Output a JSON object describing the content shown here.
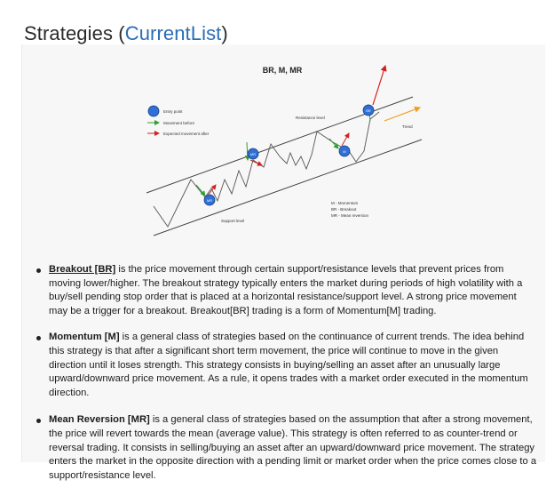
{
  "header": {
    "title_prefix": "Strategies (",
    "title_link": "CurrentList",
    "title_suffix": ")"
  },
  "figure": {
    "title": "BR, M, MR",
    "legend": [
      {
        "label": "Entry point",
        "icon": "blue-circle"
      },
      {
        "label": "Movement before",
        "icon": "green-arrow",
        "color": "#2fa02f"
      },
      {
        "label": "Expected movement after",
        "icon": "red-arrow",
        "color": "#d22020"
      }
    ],
    "resistance_label": "Resistance level",
    "support_label": "Support level",
    "trend_label": "Trend",
    "markers": [
      "MR",
      "MR",
      "M",
      "BR"
    ],
    "abbreviations": [
      "M - Momentum",
      "BR - Breakout",
      "MR - Mean reversion"
    ]
  },
  "strategies": [
    {
      "term": "Breakout [BR]",
      "description": " is the price movement through certain support/resistance levels that prevent prices from moving lower/higher. The breakout strategy typically enters the market during periods of high volatility with a buy/sell pending stop order that is placed at a horizontal resistance/support level. A strong price movement may be a trigger for a breakout. Breakout[BR] trading is a form of Momentum[M] trading."
    },
    {
      "term": "Momentum [M]",
      "description": " is a general class of strategies based on the continuance of current trends. The idea behind this strategy is that after a significant short term movement, the price will continue to move in the given direction until it loses strength. This strategy consists in buying/selling an asset after an unusually large upward/downward price movement. As a rule, it opens trades with a market order executed in the momentum direction."
    },
    {
      "term": "Mean Reversion [MR]",
      "description": " is a general class of strategies based on the assumption that after a strong movement, the price will revert towards the mean (average value). This strategy is often referred to as counter-trend or reversal trading. It consists in selling/buying an asset after an upward/downward price movement. The strategy enters the market in the opposite direction with a pending limit or market order when the price comes close to a support/resistance level."
    }
  ],
  "colors": {
    "link": "#2a6db5",
    "panel": "#f7f7f7",
    "entry_point": "#2f6fd6",
    "movement_before": "#2fa02f",
    "movement_after": "#d22020",
    "trend": "#f0a020"
  }
}
